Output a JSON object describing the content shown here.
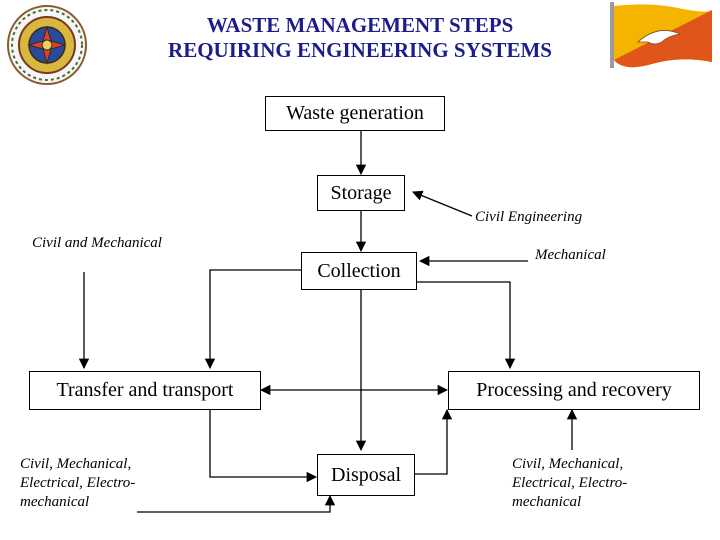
{
  "title": {
    "line1": "WASTE MANAGEMENT STEPS",
    "line2": "REQUIRING ENGINEERING SYSTEMS"
  },
  "icons": {
    "emblem": "national-emblem",
    "flag": "national-flag"
  },
  "boxes": {
    "waste_generation": "Waste generation",
    "storage": "Storage",
    "collection": "Collection",
    "transfer": "Transfer and transport",
    "processing": "Processing and recovery",
    "disposal": "Disposal"
  },
  "labels": {
    "civil_engineering": "Civil Engineering",
    "civil_mechanical": "Civil and Mechanical",
    "mechanical": "Mechanical",
    "left_bottom": [
      "Civil, Mechanical,",
      "Electrical, Electro-",
      "mechanical"
    ],
    "right_bottom": [
      "Civil, Mechanical,",
      "Electrical, Electro-",
      "mechanical"
    ]
  }
}
